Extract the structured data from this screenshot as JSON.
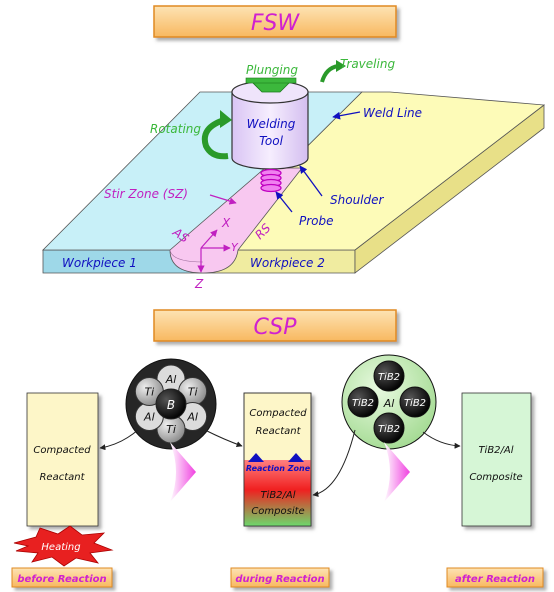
{
  "fsw": {
    "title": "FSW",
    "plunging": "Plunging",
    "traveling": "Traveling",
    "rotating": "Rotating",
    "tool_line1": "Welding",
    "tool_line2": "Tool",
    "weld_line": "Weld  Line",
    "shoulder": "Shoulder",
    "probe": "Probe",
    "stir_zone": "Stir  Zone  (SZ)",
    "as": "AS",
    "rs": "RS",
    "axis_x": "X",
    "axis_y": "Y",
    "axis_z": "Z",
    "workpiece1": "Workpiece  1",
    "workpiece2": "Workpiece  2"
  },
  "csp": {
    "title": "CSP",
    "box1_line1": "Compacted",
    "box1_line2": "Reactant",
    "box2_line1": "Compacted",
    "box2_line2": "Reactant",
    "reaction_zone": "Reaction Zone",
    "box2_line3": "TiB2/Al",
    "box2_line4": "Composite",
    "box3_line1": "TiB2/Al",
    "box3_line2": "Composite",
    "circle1": {
      "center": "B",
      "outer": [
        "Al",
        "Ti",
        "Al",
        "Ti",
        "Al",
        "Ti"
      ]
    },
    "circle2": {
      "center": "Al",
      "outer": [
        "TiB2",
        "TiB2",
        "TiB2",
        "TiB2"
      ]
    },
    "heating": "Heating",
    "stage1": "before  Reaction",
    "stage2": "during  Reaction",
    "stage3": "after  Reaction"
  },
  "colors": {
    "title_bg": "#fcc97a",
    "title_text": "#d020d0",
    "workpiece1": "#c8f0f8",
    "workpiece2": "#fdfbb8",
    "stir_zone": "#f8c8f0",
    "tool": "#ecdcfa",
    "blue_text": "#1010c0",
    "green_text": "#3cb83c",
    "box_yellow": "#fdf6c8",
    "box_green": "#d6f6d6",
    "red": "#e82020"
  }
}
